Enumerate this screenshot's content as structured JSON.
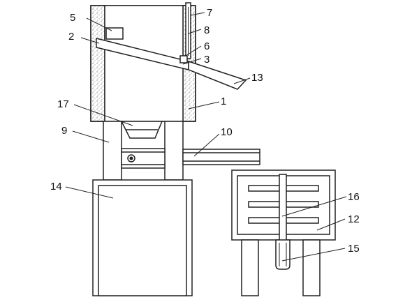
{
  "style": {
    "stroke": "#222222",
    "hatch": "#555555",
    "background": "#ffffff"
  },
  "labels": {
    "l1": "1",
    "l2": "2",
    "l3": "3",
    "l5": "5",
    "l6": "6",
    "l7": "7",
    "l8": "8",
    "l9": "9",
    "l10": "10",
    "l12": "12",
    "l13": "13",
    "l14": "14",
    "l15": "15",
    "l16": "16",
    "l17": "17"
  }
}
